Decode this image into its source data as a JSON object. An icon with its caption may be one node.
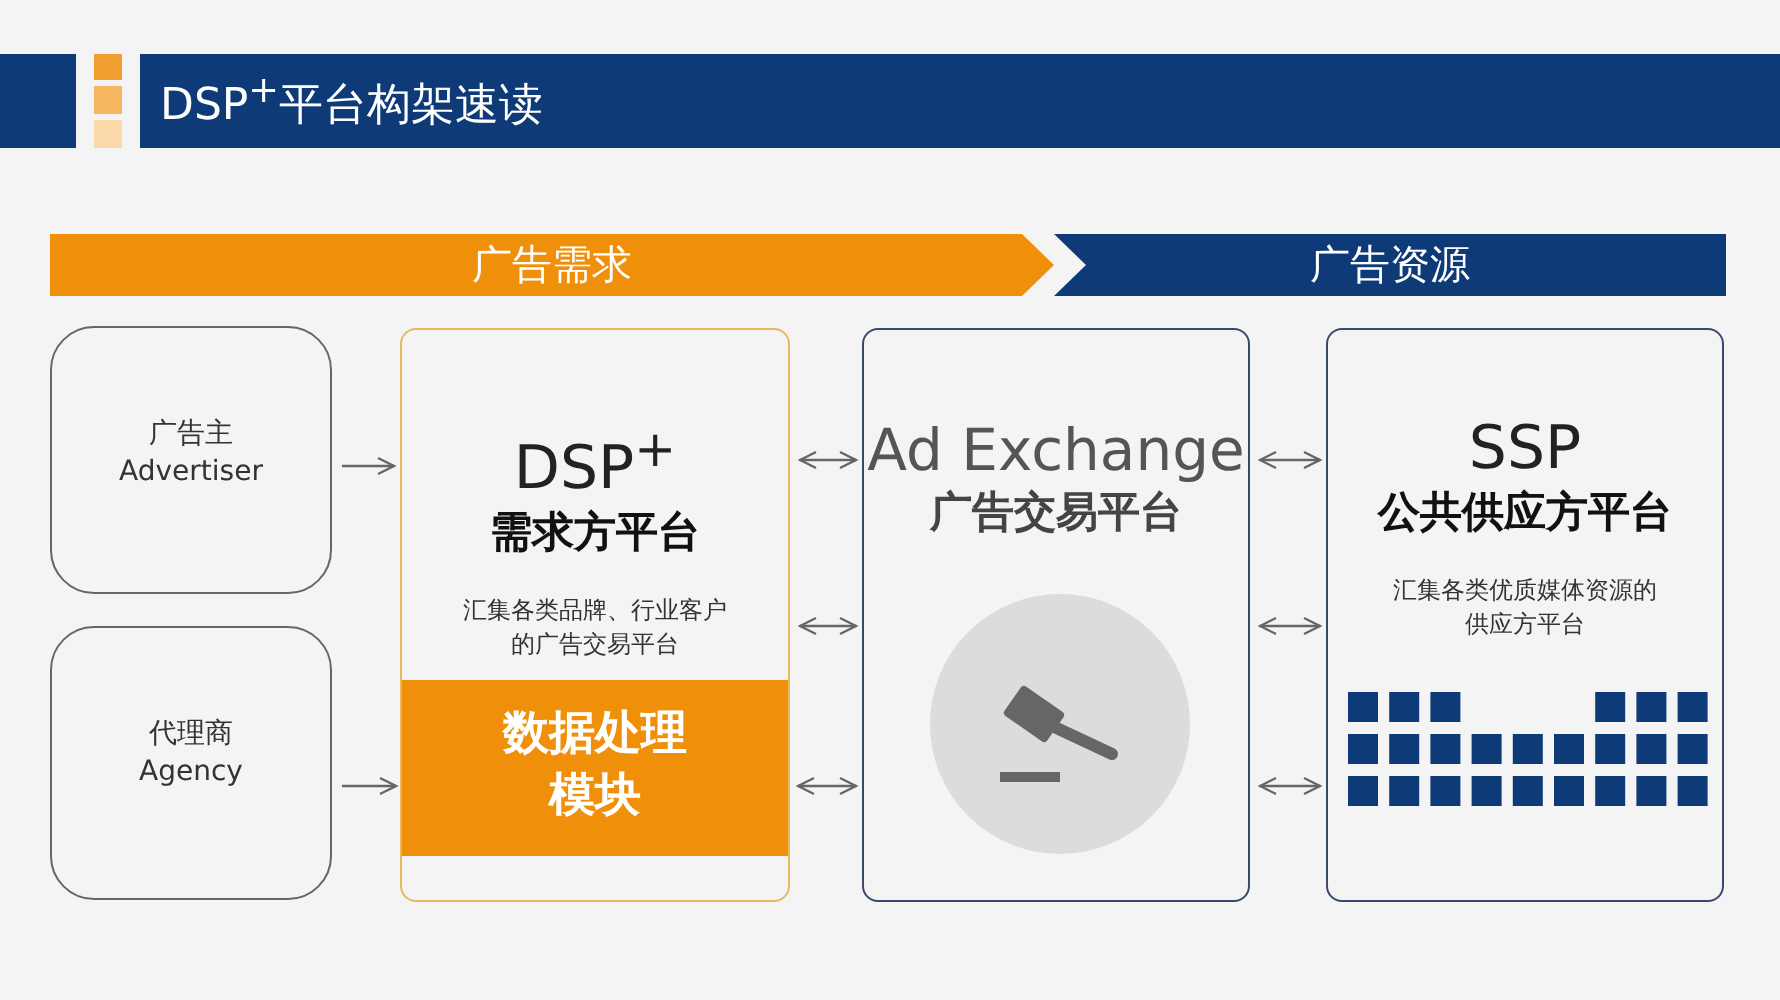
{
  "diagram": {
    "title": "DSP$^{+}$平台构架速读",
    "nodes": [
      {
        "text": [
          "广告需求"
        ]
      },
      {
        "text": [
          "广告资源"
        ]
      },
      {
        "text": [
          "广告主 Advertiser"
        ]
      },
      {
        "text": [
          "代理商 Agency"
        ]
      },
      {
        "text": [
          "DSP$^{+}$",
          "需求方平台",
          "汇集各类品牌、行业客户的广告交易平台"
        ]
      },
      {
        "text": [
          "数据处理模块"
        ],
        "in": 4
      },
      {
        "text": [
          "Ad Exchange",
          "广告交易平台"
        ]
      },
      {
        "text": [
          "SSP",
          "公共供应方平台",
          "汇集各类优质媒体资源的供应方平台"
        ]
      }
    ],
    "edges": [
      {
        "from": 2,
        "to": 4,
        "arrow": "to"
      },
      {
        "from": 3,
        "to": 5,
        "arrow": "to"
      },
      {
        "from": 4,
        "to": 6,
        "arrow": "both"
      },
      {
        "from": 4,
        "to": 6,
        "arrow": "both"
      },
      {
        "from": 5,
        "to": 6,
        "arrow": "both"
      },
      {
        "from": 6,
        "to": 7,
        "arrow": "both"
      },
      {
        "from": 6,
        "to": 7,
        "arrow": "both"
      },
      {
        "from": 6,
        "to": 7,
        "arrow": "both"
      }
    ]
  }
}
